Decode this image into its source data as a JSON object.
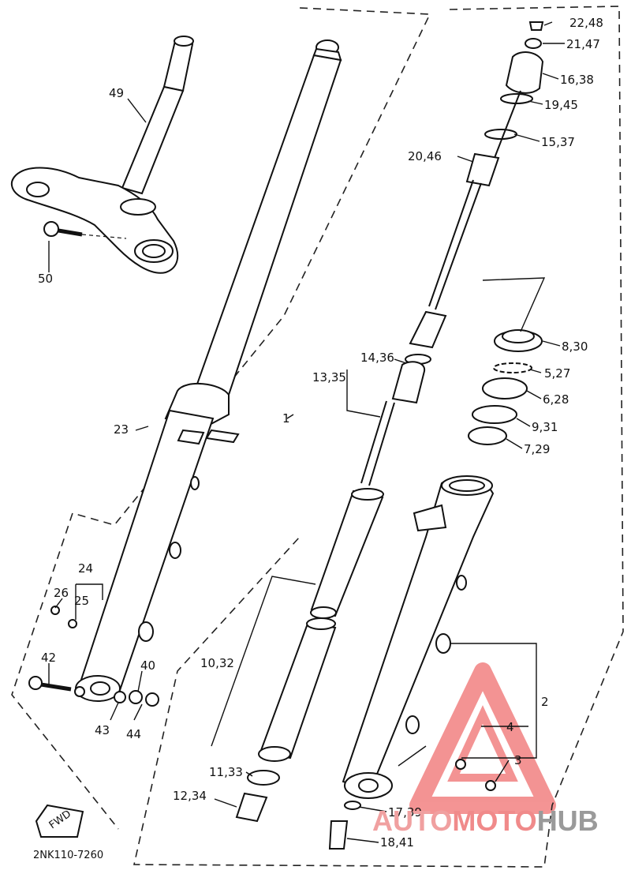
{
  "diagram": {
    "drawing_code": "2NK110-7260",
    "arrow_text": "FWD",
    "callouts": [
      {
        "id": "c49",
        "text": "49"
      },
      {
        "id": "c50",
        "text": "50"
      },
      {
        "id": "c23",
        "text": "23"
      },
      {
        "id": "c24",
        "text": "24"
      },
      {
        "id": "c26",
        "text": "26"
      },
      {
        "id": "c25",
        "text": "25"
      },
      {
        "id": "c42",
        "text": "42"
      },
      {
        "id": "c40",
        "text": "40"
      },
      {
        "id": "c43",
        "text": "43"
      },
      {
        "id": "c44",
        "text": "44"
      },
      {
        "id": "c1",
        "text": "1"
      },
      {
        "id": "c10",
        "text": "10,32"
      },
      {
        "id": "c11",
        "text": "11,33"
      },
      {
        "id": "c12",
        "text": "12,34"
      },
      {
        "id": "c13",
        "text": "13,35"
      },
      {
        "id": "c14",
        "text": "14,36"
      },
      {
        "id": "c20",
        "text": "20,46"
      },
      {
        "id": "c22",
        "text": "22,48"
      },
      {
        "id": "c21",
        "text": "21,47"
      },
      {
        "id": "c16",
        "text": "16,38"
      },
      {
        "id": "c19",
        "text": "19,45"
      },
      {
        "id": "c15",
        "text": "15,37"
      },
      {
        "id": "c8",
        "text": "8,30"
      },
      {
        "id": "c5",
        "text": "5,27"
      },
      {
        "id": "c6",
        "text": "6,28"
      },
      {
        "id": "c9",
        "text": "9,31"
      },
      {
        "id": "c7",
        "text": "7,29"
      },
      {
        "id": "c2",
        "text": "2"
      },
      {
        "id": "c4",
        "text": "4"
      },
      {
        "id": "c3",
        "text": "3"
      },
      {
        "id": "c17",
        "text": "17,39"
      },
      {
        "id": "c18",
        "text": "18,41"
      }
    ]
  },
  "watermark": {
    "part1": "AUTO",
    "part2": "MOTO",
    "part3": "HUB",
    "color": "#f08080"
  }
}
